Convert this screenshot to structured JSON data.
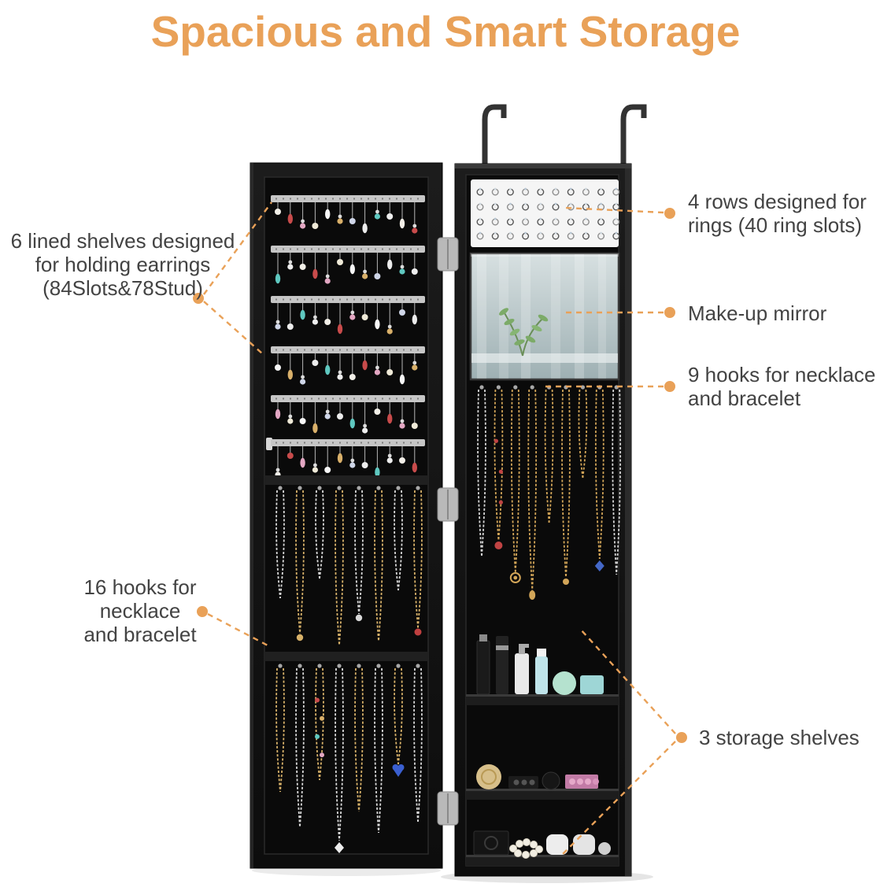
{
  "page": {
    "title": "Spacious and Smart Storage"
  },
  "colors": {
    "accent_orange": "#E9A158",
    "callout_text": "#434343",
    "cabinet_black": "#121212"
  },
  "callouts": {
    "earring_shelves": {
      "lines": [
        "6 lined shelves designed",
        "for holding earrings",
        "(84Slots&78Stud)"
      ]
    },
    "left_hooks": {
      "lines": [
        "16 hooks for",
        "necklace",
        "and bracelet"
      ]
    },
    "ring_rows": {
      "lines": [
        "4 rows designed for",
        "rings (40 ring slots)"
      ]
    },
    "makeup_mirror": {
      "lines": [
        "Make-up mirror"
      ]
    },
    "right_hooks": {
      "lines": [
        "9 hooks for necklace",
        "and bracelet"
      ]
    },
    "storage_shelves": {
      "lines": [
        "3 storage shelves"
      ]
    }
  }
}
